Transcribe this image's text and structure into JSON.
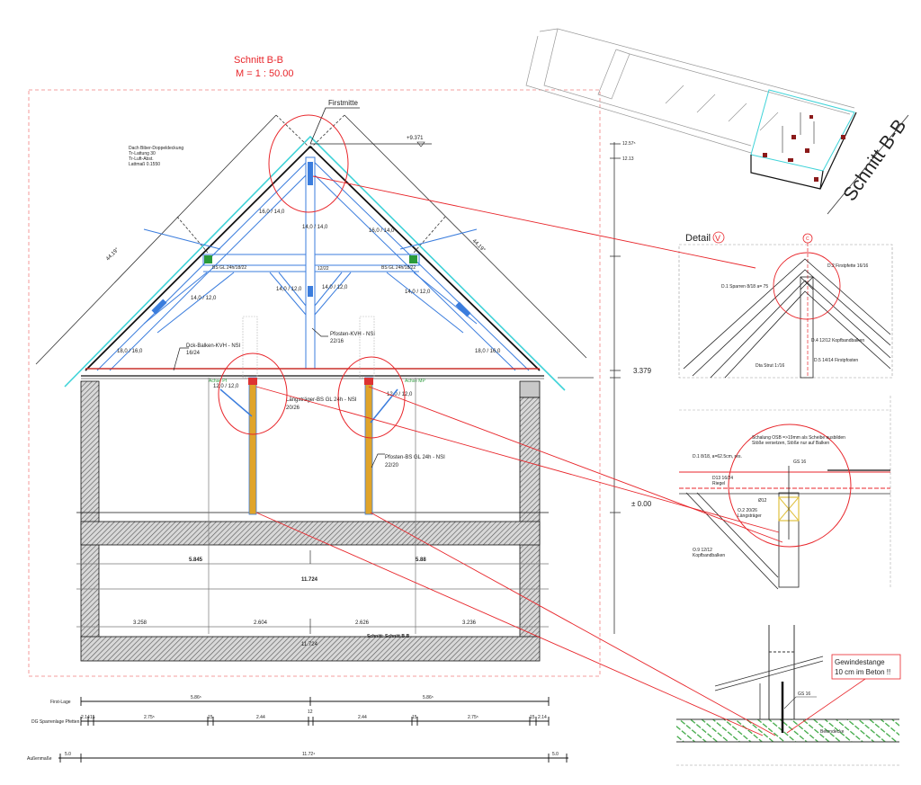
{
  "title": {
    "name": "Schnitt B-B",
    "scale": "M = 1 : 50.00"
  },
  "colors": {
    "annotation_red": "#e8262b",
    "timber_blue": "#3b7ddd",
    "roof_cyan": "#3fd3d8",
    "post_orange": "#e0a42a",
    "bearing_green": "#2a9a3a",
    "concrete_hatch_green": "#3aa640"
  },
  "section": {
    "ridge_label": "Firstmitte",
    "levels": {
      "ridge": "+9.371",
      "eave": "3.379",
      "ground": "± 0.00",
      "top1": "12.57⁵",
      "top2": "12.13"
    },
    "roof_note": [
      "Dach      Biber-Doppeldeckung",
      "Tr-Lattung  30",
      "Tr-Luft-Abst.",
      "Lattmaß    0.1550"
    ],
    "roof_pitch": "44,19°",
    "members": {
      "rafter_upper_left": "16,0 / 14,0",
      "rafter_upper_right": "16,0 / 14,0",
      "king_post_upper": "14,0 / 14,0",
      "brace_left": "14,0 / 12,0",
      "brace_mid_left": "14,0 / 12,0",
      "brace_mid_right": "14,0 / 12,0",
      "brace_right": "14,0 / 12,0",
      "rafter_lower_left": "18,0 / 16,0",
      "rafter_lower_right": "18,0 / 16,0",
      "knee_left": "12,0 / 12,0",
      "knee_right": "12,0 / 12,0",
      "collar_left": "BS GL 24h/18/22",
      "collar_mid": "12/22",
      "collar_right": "BS GL 24h/18/22"
    },
    "labels": {
      "tie_beam": "Dck-Balken-KVH - NSI",
      "tie_beam_size": "16/24",
      "king_post": "Pfosten-KVH - NSI",
      "king_post_size": "22/16",
      "purlin": "Längsträger-BS GL 24h - NSI",
      "purlin_size": "20/26",
      "post": "Pfosten-BS GL 24h - NSI",
      "post_size": "22/20",
      "axis_left": "Achse Pf",
      "axis_right": "Achse MP"
    },
    "dimensions": {
      "half_left": "5.845",
      "half_right": "5.88",
      "total": "11.724",
      "spans": [
        "3.258",
        "2.604",
        "2.626",
        "3.236"
      ],
      "total_bottom": "11.724"
    },
    "section_tag": "Schnitt:  Schnitt B-B"
  },
  "iso_view": {
    "label": "Schnitt B-B"
  },
  "detail_v": {
    "title": "Detail",
    "marker": "V",
    "axis": "C",
    "notes": [
      "D.2 Firstpfette 16/16",
      "D.1 Sparren 8/18 a= 75",
      "D.4 12/12 Kopfbandbalken",
      "D.5 14/14 Firstpfosten",
      "Dta Strut 1:/16"
    ]
  },
  "detail_2": {
    "notes": [
      "Schalung OSB =>19mm als Scheibe ausbilden",
      "Stöße versetzen, Stöße nur auf Balken",
      "D.1 8/18, a=62.5cm, res.",
      "D13 16/24",
      "Riegel",
      "GS 16",
      "Ø12",
      "O.2 20/26",
      "Längsträger",
      "O.9 12/12",
      "Kopfbandbalken"
    ]
  },
  "detail_3": {
    "callout": [
      "Gewindestange",
      "10 cm im Beton !!"
    ],
    "rod": "GS 16",
    "slab": "Betondecke"
  },
  "dim_strings": [
    {
      "label": "First-Lage",
      "values": [
        "5.86⁵",
        "5.86⁵"
      ]
    },
    {
      "label": "DG Sparrenlage Pfetten",
      "values": [
        "2.14",
        "15",
        "2.75⁵",
        "15",
        "2.44",
        "12",
        "2.44",
        "15",
        "2.75⁵",
        "15",
        "2.14"
      ]
    },
    {
      "label": "Außenmaße",
      "values": [
        "5.0",
        "11.72⁴",
        "5.0"
      ]
    }
  ]
}
